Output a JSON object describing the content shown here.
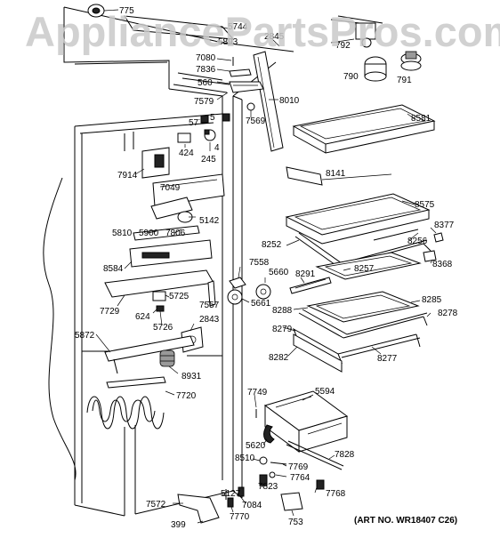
{
  "watermark": "AppliancePartsPros.com",
  "art_number": "(ART NO. WR18407 C26)",
  "part_labels": [
    {
      "id": "775",
      "text": "775"
    },
    {
      "id": "5744",
      "text": "5744"
    },
    {
      "id": "5893",
      "text": "5893"
    },
    {
      "id": "2845",
      "text": "2845"
    },
    {
      "id": "792",
      "text": "792"
    },
    {
      "id": "7080",
      "text": "7080"
    },
    {
      "id": "7836",
      "text": "7836"
    },
    {
      "id": "790",
      "text": "790"
    },
    {
      "id": "791",
      "text": "791"
    },
    {
      "id": "560",
      "text": "560"
    },
    {
      "id": "8010",
      "text": "8010"
    },
    {
      "id": "7579",
      "text": "7579"
    },
    {
      "id": "7569",
      "text": "7569"
    },
    {
      "id": "57",
      "text": "57"
    },
    {
      "id": "5",
      "text": "5"
    },
    {
      "id": "8581",
      "text": "8581"
    },
    {
      "id": "424",
      "text": "424"
    },
    {
      "id": "245",
      "text": "245"
    },
    {
      "id": "4",
      "text": "4"
    },
    {
      "id": "7914",
      "text": "7914"
    },
    {
      "id": "8141",
      "text": "8141"
    },
    {
      "id": "7049",
      "text": "7049"
    },
    {
      "id": "5142",
      "text": "5142"
    },
    {
      "id": "8575",
      "text": "8575"
    },
    {
      "id": "8377",
      "text": "8377"
    },
    {
      "id": "5810",
      "text": "5810"
    },
    {
      "id": "5900",
      "text": "5900"
    },
    {
      "id": "7806",
      "text": "7806"
    },
    {
      "id": "8252",
      "text": "8252"
    },
    {
      "id": "8256",
      "text": "8256"
    },
    {
      "id": "8368",
      "text": "8368"
    },
    {
      "id": "8584",
      "text": "8584"
    },
    {
      "id": "7558",
      "text": "7558"
    },
    {
      "id": "8257",
      "text": "8257"
    },
    {
      "id": "5660",
      "text": "5660"
    },
    {
      "id": "8291",
      "text": "8291"
    },
    {
      "id": "5725",
      "text": "5725"
    },
    {
      "id": "7729",
      "text": "7729"
    },
    {
      "id": "7557",
      "text": "7557"
    },
    {
      "id": "5661",
      "text": "5661"
    },
    {
      "id": "8285",
      "text": "8285"
    },
    {
      "id": "8288",
      "text": "8288"
    },
    {
      "id": "8278",
      "text": "8278"
    },
    {
      "id": "624",
      "text": "624"
    },
    {
      "id": "2843",
      "text": "2843"
    },
    {
      "id": "5726",
      "text": "5726"
    },
    {
      "id": "8279",
      "text": "8279"
    },
    {
      "id": "5872",
      "text": "5872"
    },
    {
      "id": "8282",
      "text": "8282"
    },
    {
      "id": "8277",
      "text": "8277"
    },
    {
      "id": "8931",
      "text": "8931"
    },
    {
      "id": "7749",
      "text": "7749"
    },
    {
      "id": "5594",
      "text": "5594"
    },
    {
      "id": "7720",
      "text": "7720"
    },
    {
      "id": "5620",
      "text": "5620"
    },
    {
      "id": "7828",
      "text": "7828"
    },
    {
      "id": "8510",
      "text": "8510"
    },
    {
      "id": "7769",
      "text": "7769"
    },
    {
      "id": "7764",
      "text": "7764"
    },
    {
      "id": "7823",
      "text": "7823"
    },
    {
      "id": "5127",
      "text": "5127"
    },
    {
      "id": "7768",
      "text": "7768"
    },
    {
      "id": "7572",
      "text": "7572"
    },
    {
      "id": "7084",
      "text": "7084"
    },
    {
      "id": "7770",
      "text": "7770"
    },
    {
      "id": "399",
      "text": "399"
    },
    {
      "id": "753",
      "text": "753"
    }
  ]
}
